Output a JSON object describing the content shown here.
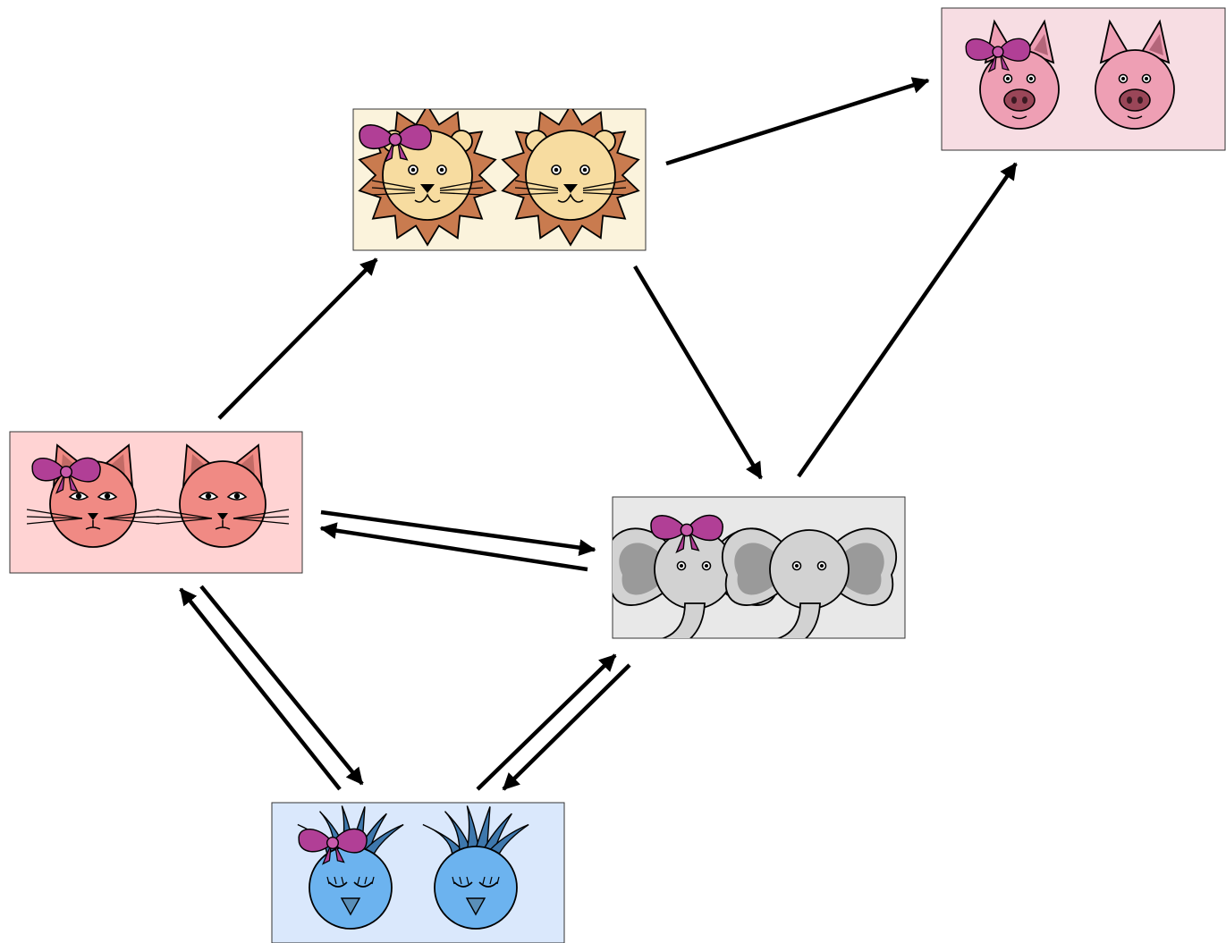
{
  "diagram": {
    "nodes": [
      {
        "id": "lion",
        "animal": "lion",
        "fill": "#fbf3dc",
        "pair": [
          "female-with-bow",
          "male"
        ]
      },
      {
        "id": "pig",
        "animal": "pig",
        "fill": "#f7dde3",
        "pair": [
          "female-with-bow",
          "male"
        ]
      },
      {
        "id": "cat",
        "animal": "cat",
        "fill": "#ffd3d3",
        "pair": [
          "female-with-bow",
          "male"
        ]
      },
      {
        "id": "elephant",
        "animal": "elephant",
        "fill": "#e8e8e8",
        "pair": [
          "female-with-bow",
          "male"
        ]
      },
      {
        "id": "bird",
        "animal": "bird",
        "fill": "#dae8fc",
        "pair": [
          "female-with-bow",
          "male"
        ]
      }
    ],
    "edges": [
      {
        "from": "cat",
        "to": "lion"
      },
      {
        "from": "lion",
        "to": "pig"
      },
      {
        "from": "lion",
        "to": "elephant"
      },
      {
        "from": "elephant",
        "to": "pig"
      },
      {
        "from": "cat",
        "to": "elephant"
      },
      {
        "from": "elephant",
        "to": "cat"
      },
      {
        "from": "cat",
        "to": "bird"
      },
      {
        "from": "bird",
        "to": "cat"
      },
      {
        "from": "bird",
        "to": "elephant"
      },
      {
        "from": "elephant",
        "to": "bird"
      }
    ],
    "colors": {
      "bow": "#b13f96",
      "edge": "#000000",
      "lion_face": "#f7dca0",
      "lion_mane": "#c97b4f",
      "pig_face": "#ee9fb4",
      "pig_snout": "#9a4658",
      "cat_face": "#f08a84",
      "elephant_face": "#d2d2d2",
      "elephant_ear_inner": "#9a9a9a",
      "bird_face": "#6cb3ef",
      "bird_crest": "#3e78ad"
    }
  }
}
